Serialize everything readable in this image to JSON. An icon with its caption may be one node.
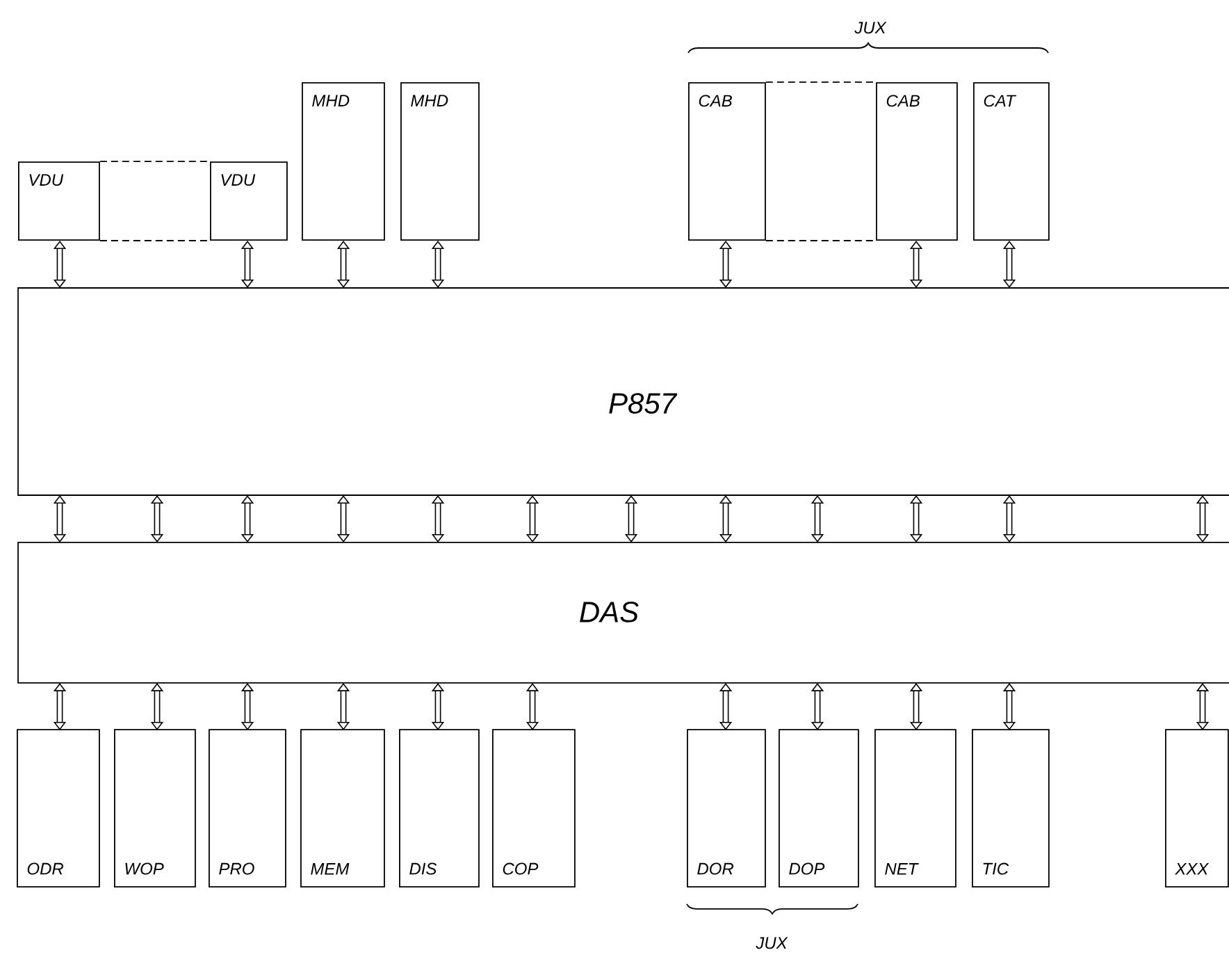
{
  "diagram": {
    "nodes": [
      {
        "text": [
          "VDU"
        ]
      },
      {
        "text": [
          "VDU"
        ]
      },
      {
        "text": [
          "MHD"
        ]
      },
      {
        "text": [
          "MHD"
        ]
      },
      {
        "text": [
          "CAB"
        ]
      },
      {
        "text": [
          "CAB"
        ]
      },
      {
        "text": [
          "CAT"
        ]
      },
      {
        "text": [
          "P857"
        ]
      },
      {
        "text": [
          "DAS"
        ]
      },
      {
        "text": [
          "ODR"
        ]
      },
      {
        "text": [
          "WOP"
        ]
      },
      {
        "text": [
          "PRO"
        ]
      },
      {
        "text": [
          "MEM"
        ]
      },
      {
        "text": [
          "DIS"
        ]
      },
      {
        "text": [
          "COP"
        ]
      },
      {
        "text": [
          "DOR"
        ]
      },
      {
        "text": [
          "DOP"
        ]
      },
      {
        "text": [
          "NET"
        ]
      },
      {
        "text": [
          "TIC"
        ]
      },
      {
        "text": [
          "XXX"
        ]
      }
    ],
    "edges": [
      {
        "from": 0,
        "to": 7,
        "arrow": "both"
      },
      {
        "from": 1,
        "to": 7,
        "arrow": "both"
      },
      {
        "from": 2,
        "to": 7,
        "arrow": "both"
      },
      {
        "from": 3,
        "to": 7,
        "arrow": "both"
      },
      {
        "from": 4,
        "to": 7,
        "arrow": "both"
      },
      {
        "from": 5,
        "to": 7,
        "arrow": "both"
      },
      {
        "from": 6,
        "to": 7,
        "arrow": "both"
      },
      {
        "from": 0,
        "to": 1,
        "arrow": "none",
        "style": "dashed"
      },
      {
        "from": 0,
        "to": 1,
        "arrow": "none",
        "style": "dashed"
      },
      {
        "from": 4,
        "to": 5,
        "arrow": "none",
        "style": "dashed"
      },
      {
        "from": 4,
        "to": 5,
        "arrow": "none",
        "style": "dashed"
      },
      {
        "from": 7,
        "to": 8,
        "arrow": "both"
      },
      {
        "from": 7,
        "to": 8,
        "arrow": "both"
      },
      {
        "from": 7,
        "to": 8,
        "arrow": "both"
      },
      {
        "from": 7,
        "to": 8,
        "arrow": "both"
      },
      {
        "from": 7,
        "to": 8,
        "arrow": "both"
      },
      {
        "from": 7,
        "to": 8,
        "arrow": "both"
      },
      {
        "from": 7,
        "to": 8,
        "arrow": "both"
      },
      {
        "from": 7,
        "to": 8,
        "arrow": "both"
      },
      {
        "from": 7,
        "to": 8,
        "arrow": "both"
      },
      {
        "from": 7,
        "to": 8,
        "arrow": "both"
      },
      {
        "from": 7,
        "to": 8,
        "arrow": "both"
      },
      {
        "from": 7,
        "to": 8,
        "arrow": "both"
      },
      {
        "from": 8,
        "to": 9,
        "arrow": "both"
      },
      {
        "from": 8,
        "to": 10,
        "arrow": "both"
      },
      {
        "from": 8,
        "to": 11,
        "arrow": "both"
      },
      {
        "from": 8,
        "to": 12,
        "arrow": "both"
      },
      {
        "from": 8,
        "to": 13,
        "arrow": "both"
      },
      {
        "from": 8,
        "to": 14,
        "arrow": "both"
      },
      {
        "from": 8,
        "to": 15,
        "arrow": "both"
      },
      {
        "from": 8,
        "to": 16,
        "arrow": "both"
      },
      {
        "from": 8,
        "to": 17,
        "arrow": "both"
      },
      {
        "from": 8,
        "to": 18,
        "arrow": "both"
      },
      {
        "from": 8,
        "to": 19,
        "arrow": "both"
      }
    ],
    "labels": [
      "JUX",
      "JUX"
    ]
  }
}
